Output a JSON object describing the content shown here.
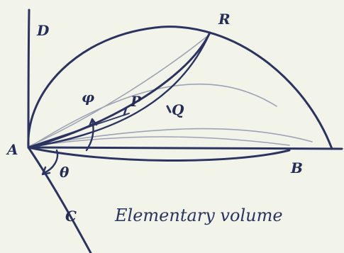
{
  "labels": {
    "A": "A",
    "B": "B",
    "C": "C",
    "D": "D",
    "R": "R",
    "P": "P",
    "Q": "Q",
    "phi": "φ",
    "theta": "θ"
  },
  "caption": "Elementary volume",
  "colors": {
    "ink": "#2b3360",
    "pencil": "#9ea3b4",
    "paper": "#f2f4ea"
  }
}
